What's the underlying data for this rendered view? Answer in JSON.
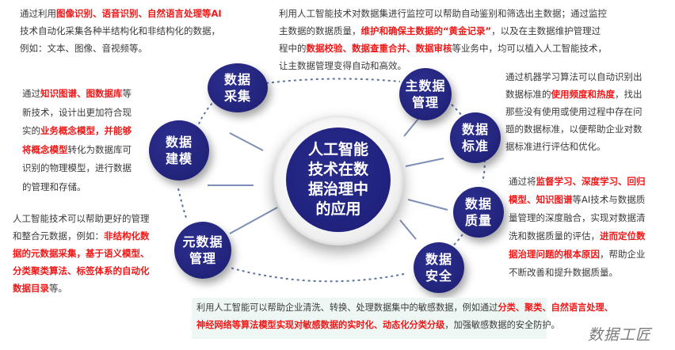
{
  "center": {
    "title_lines": [
      "人工智能",
      "技术在数",
      "据治理中",
      "的应用"
    ]
  },
  "nodes": [
    {
      "id": "data-collection",
      "lines": [
        "数据",
        "采集"
      ]
    },
    {
      "id": "data-modeling",
      "lines": [
        "数据",
        "建模"
      ]
    },
    {
      "id": "metadata-management",
      "lines": [
        "元数据",
        "管理"
      ]
    },
    {
      "id": "master-data-management",
      "lines": [
        "主数据",
        "管理"
      ]
    },
    {
      "id": "data-standards",
      "lines": [
        "数据",
        "标准"
      ]
    },
    {
      "id": "data-quality",
      "lines": [
        "数据",
        "质量"
      ]
    },
    {
      "id": "data-security",
      "lines": [
        "数据",
        "安全"
      ]
    }
  ],
  "descriptions": {
    "data_collection": {
      "lines": [
        [
          {
            "t": "通过利用"
          },
          {
            "t": "图像识别、语音识别、自然语言处理等AI",
            "hl": true
          }
        ],
        [
          {
            "t": "技术自动化采集各种半结构化和非结构化的数据，"
          }
        ],
        [
          {
            "t": "例如：文本、图像、音视频等。"
          }
        ]
      ]
    },
    "master_data": {
      "lines": [
        [
          {
            "t": "利用人工智能技术对数据集进行监控可以帮助自动鉴别和筛选出主数据；通过监控"
          }
        ],
        [
          {
            "t": "主数据的数据质量，"
          },
          {
            "t": "维护和确保主数据的“黄金记录”",
            "hl": true
          },
          {
            "t": "，以及在主数据维护管理过"
          }
        ],
        [
          {
            "t": "程中的"
          },
          {
            "t": "数据校验、数据查重合并、数据审核",
            "hl": true
          },
          {
            "t": "等业务中，均可以植入人工智能技术，"
          }
        ],
        [
          {
            "t": "让主数据管理变得自动和高效。"
          }
        ]
      ]
    },
    "data_modeling": {
      "lines": [
        [
          {
            "t": "通过"
          },
          {
            "t": "知识图谱、图数据库",
            "hl": true
          },
          {
            "t": "等"
          }
        ],
        [
          {
            "t": "新技术，设计出更加符合现"
          }
        ],
        [
          {
            "t": "实的"
          },
          {
            "t": "业务概念模型，并能够",
            "hl": true
          }
        ],
        [
          {
            "t": "将概念模型",
            "hl": true
          },
          {
            "t": "转化为数据库可"
          }
        ],
        [
          {
            "t": "识别的物理模型，进行数据"
          }
        ],
        [
          {
            "t": "的管理和存储。"
          }
        ]
      ]
    },
    "data_standards": {
      "lines": [
        [
          {
            "t": "通过机器学习算法可以自动识别出"
          }
        ],
        [
          {
            "t": "数据标准的"
          },
          {
            "t": "使用频度和热度",
            "hl": true
          },
          {
            "t": "，找出"
          }
        ],
        [
          {
            "t": "那些没有使用或使用过程中存在问"
          }
        ],
        [
          {
            "t": "题的数据标准，以便帮助企业对数"
          }
        ],
        [
          {
            "t": "据标准进行评估和优化。"
          }
        ]
      ]
    },
    "metadata": {
      "lines": [
        [
          {
            "t": "人工智能技术可以帮助更好的管理"
          }
        ],
        [
          {
            "t": "和整合元数据，例如："
          },
          {
            "t": "非结构化数",
            "hl": true
          }
        ],
        [
          {
            "t": "据的元数据采集，基于语义模型、",
            "hl": true
          }
        ],
        [
          {
            "t": "分类聚类算法、标签体系的自动化",
            "hl": true
          }
        ],
        [
          {
            "t": "数据目录",
            "hl": true
          },
          {
            "t": "等。"
          }
        ]
      ]
    },
    "data_quality": {
      "lines": [
        [
          {
            "t": "通过将"
          },
          {
            "t": "监督学习、深度学习、回归",
            "hl": true
          }
        ],
        [
          {
            "t": "模型、知识图谱",
            "hl": true
          },
          {
            "t": "等AI技术与数据质"
          }
        ],
        [
          {
            "t": "量管理的深度融合，实现对数据清"
          }
        ],
        [
          {
            "t": "洗和数据质量的评估，"
          },
          {
            "t": "进而定位数",
            "hl": true
          }
        ],
        [
          {
            "t": "据治理问题的根本原因",
            "hl": true
          },
          {
            "t": "，帮助企业"
          }
        ],
        [
          {
            "t": "不断改善和提升数据质量。"
          }
        ]
      ]
    },
    "data_security": {
      "lines": [
        [
          {
            "t": "利用人工智能可以帮助企业清洗、转换、处理数据集中的敏感数据，例如通过"
          },
          {
            "t": "分类、聚类、自然语言处理、",
            "hl": true
          }
        ],
        [
          {
            "t": "神经网络等算法模型实现对敏感数据的实时化、动态化分类分级",
            "hl": true
          },
          {
            "t": "，加强敏感数据的安全防护。"
          }
        ]
      ]
    }
  },
  "watermark": "数据工匠",
  "colors": {
    "node_fill": "#23257e",
    "highlight_red": "#f01818",
    "body_text": "#3a3a3a",
    "connector": "#6a7fa3",
    "bottom_box_bg": "#eef7f4"
  }
}
